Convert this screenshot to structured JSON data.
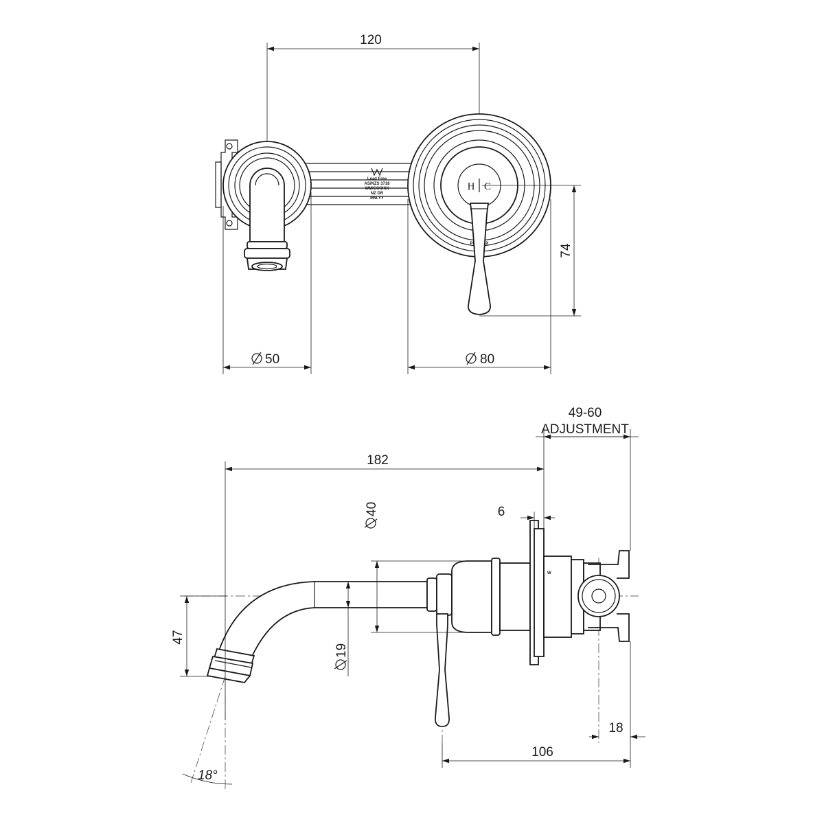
{
  "front_view": {
    "dim_spacing": "120",
    "dim_spout_dia": "50",
    "dim_plate_dia": "80",
    "dim_lever_drop": "74",
    "hc_h": "H",
    "hc_c": "C",
    "plate_brand": "PHOENIX",
    "body_markings": [
      "Lead Free",
      "AS/NZS 3718",
      "WMKXXXXX",
      "NZ DR",
      "MM.YY"
    ]
  },
  "side_view": {
    "dim_adjustment_range": "49-60",
    "dim_adjustment_label": "ADJUSTMENT",
    "dim_total_length": "182",
    "dim_body_dia": "40",
    "dim_plate_thickness": "6",
    "dim_spout_height": "47",
    "dim_pipe_dia": "19",
    "dim_depth_behind": "18",
    "dim_lever_to_back": "106",
    "dim_spout_angle": "18°"
  },
  "colors": {
    "line": "#1a1a1a",
    "background": "#ffffff"
  },
  "icons": [
    "watermark-icon"
  ]
}
